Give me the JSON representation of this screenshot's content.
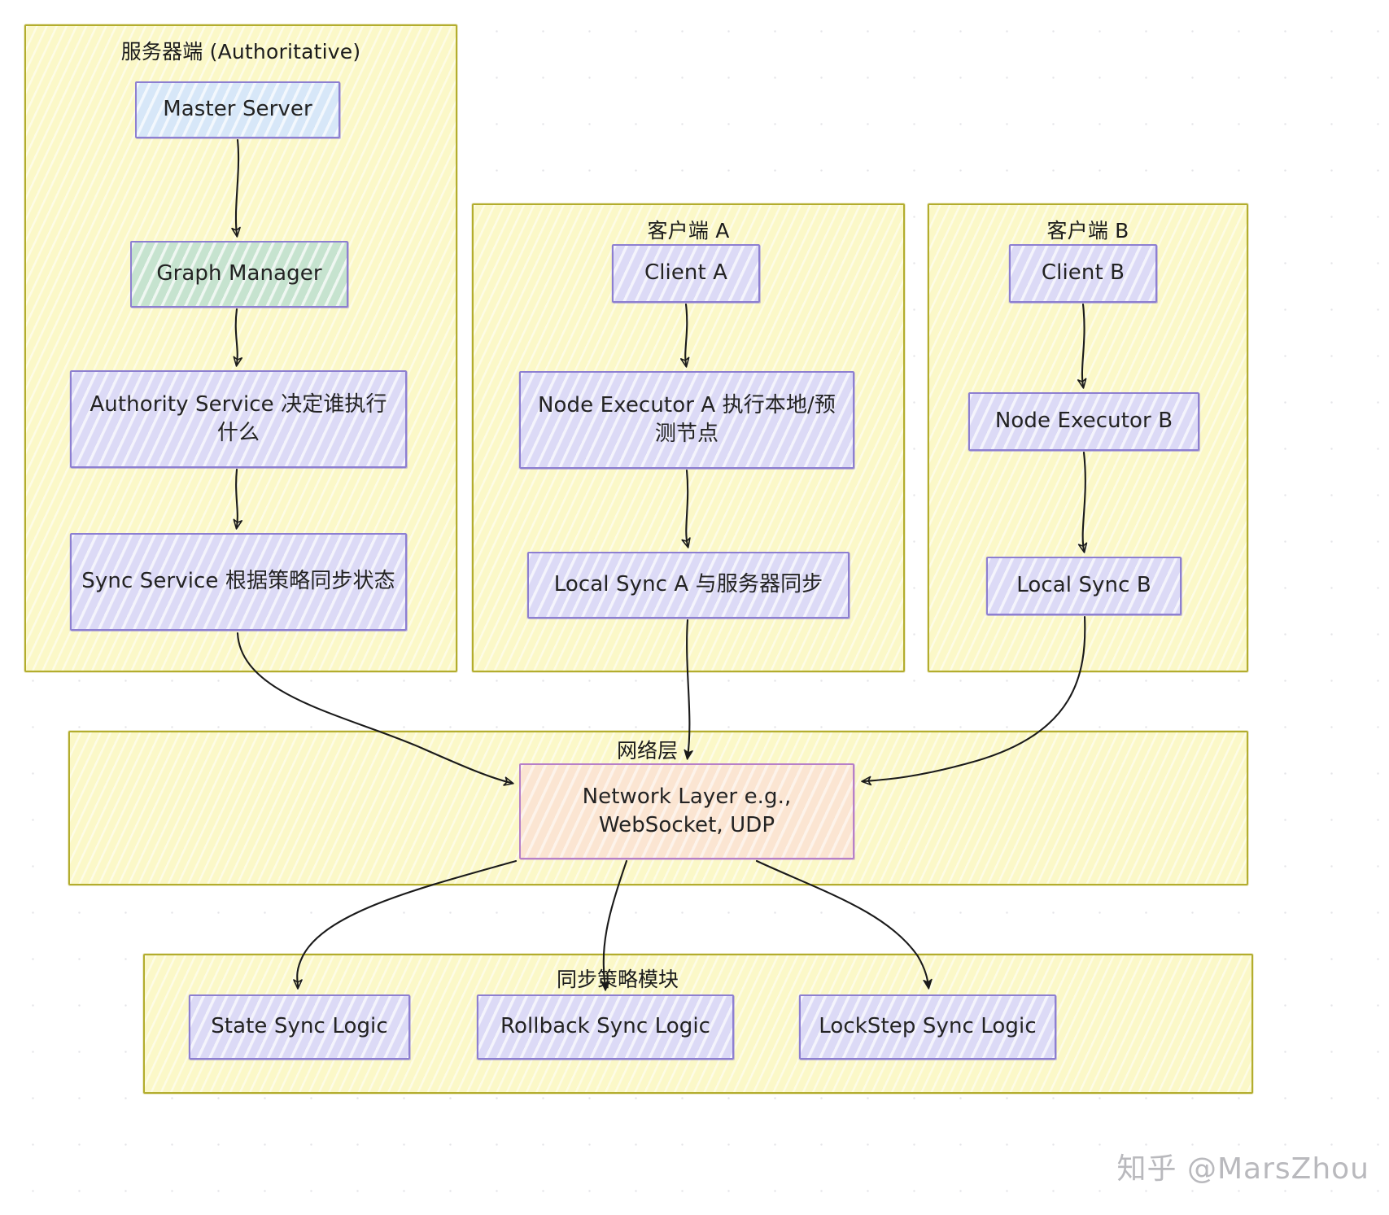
{
  "groups": {
    "server": {
      "title": "服务器端 (Authoritative)"
    },
    "client_a": {
      "title": "客户端 A"
    },
    "client_b": {
      "title": "客户端 B"
    },
    "network": {
      "title": "网络层"
    },
    "sync_module": {
      "title": "同步策略模块"
    }
  },
  "nodes": {
    "master_server": "Master Server",
    "graph_manager": "Graph Manager",
    "authority_service": "Authority Service 决定谁执行什么",
    "sync_service": "Sync Service 根据策略同步状态",
    "client_a": "Client A",
    "node_executor_a": "Node Executor A 执行本地/预测节点",
    "local_sync_a": "Local Sync A 与服务器同步",
    "client_b": "Client B",
    "node_executor_b": "Node Executor B",
    "local_sync_b": "Local Sync B",
    "network_layer": "Network Layer e.g., WebSocket, UDP",
    "state_sync_logic": "State Sync Logic",
    "rollback_sync_logic": "Rollback Sync Logic",
    "lockstep_sync_logic": "LockStep Sync Logic"
  },
  "watermark": "知乎 @MarsZhou",
  "colors": {
    "group_fill": "#fbf8c8",
    "group_border": "#b3ad2e",
    "node_lavender": "#dcdaf6",
    "node_blue": "#d7e7f8",
    "node_green": "#c6e3cf",
    "node_peach": "#fbe5d2",
    "node_border": "#8d7fd1",
    "peach_border": "#b77fc8",
    "edge": "#1a1a1a",
    "text": "#232323"
  }
}
